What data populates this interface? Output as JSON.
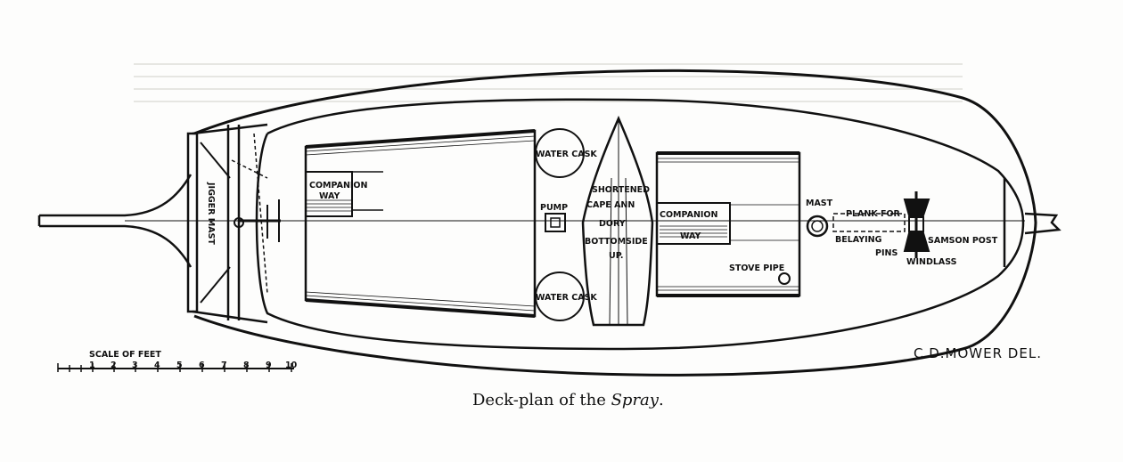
{
  "caption": {
    "prefix": "Deck-plan of the ",
    "name": "Spray",
    "suffix": "."
  },
  "labels": {
    "jigger_mast": "JIGGER MAST",
    "companion_way_aft_1": "COMPANION",
    "companion_way_aft_2": "WAY",
    "water_cask_top": "WATER CASK",
    "water_cask_bottom": "WATER CASK",
    "pump": "PUMP",
    "dory_1": "SHORTENED",
    "dory_2": "CAPE ANN",
    "dory_3": "DORY",
    "dory_4": "BOTTOMSIDE",
    "dory_5": "UP.",
    "companion_way_fwd_1": "COMPANION",
    "companion_way_fwd_2": "WAY",
    "stove_pipe": "STOVE PIPE",
    "mast": "MAST",
    "plank_for": "PLANK FOR",
    "belaying": "BELAYING",
    "pins": "PINS",
    "samson_post": "SAMSON POST",
    "windlass": "WINDLASS"
  },
  "scale": {
    "title": "SCALE OF FEET",
    "ticks": [
      "1",
      "2",
      "3",
      "4",
      "5",
      "6",
      "7",
      "8",
      "9",
      "10"
    ]
  },
  "signature": "C.D.MOWER DEL."
}
